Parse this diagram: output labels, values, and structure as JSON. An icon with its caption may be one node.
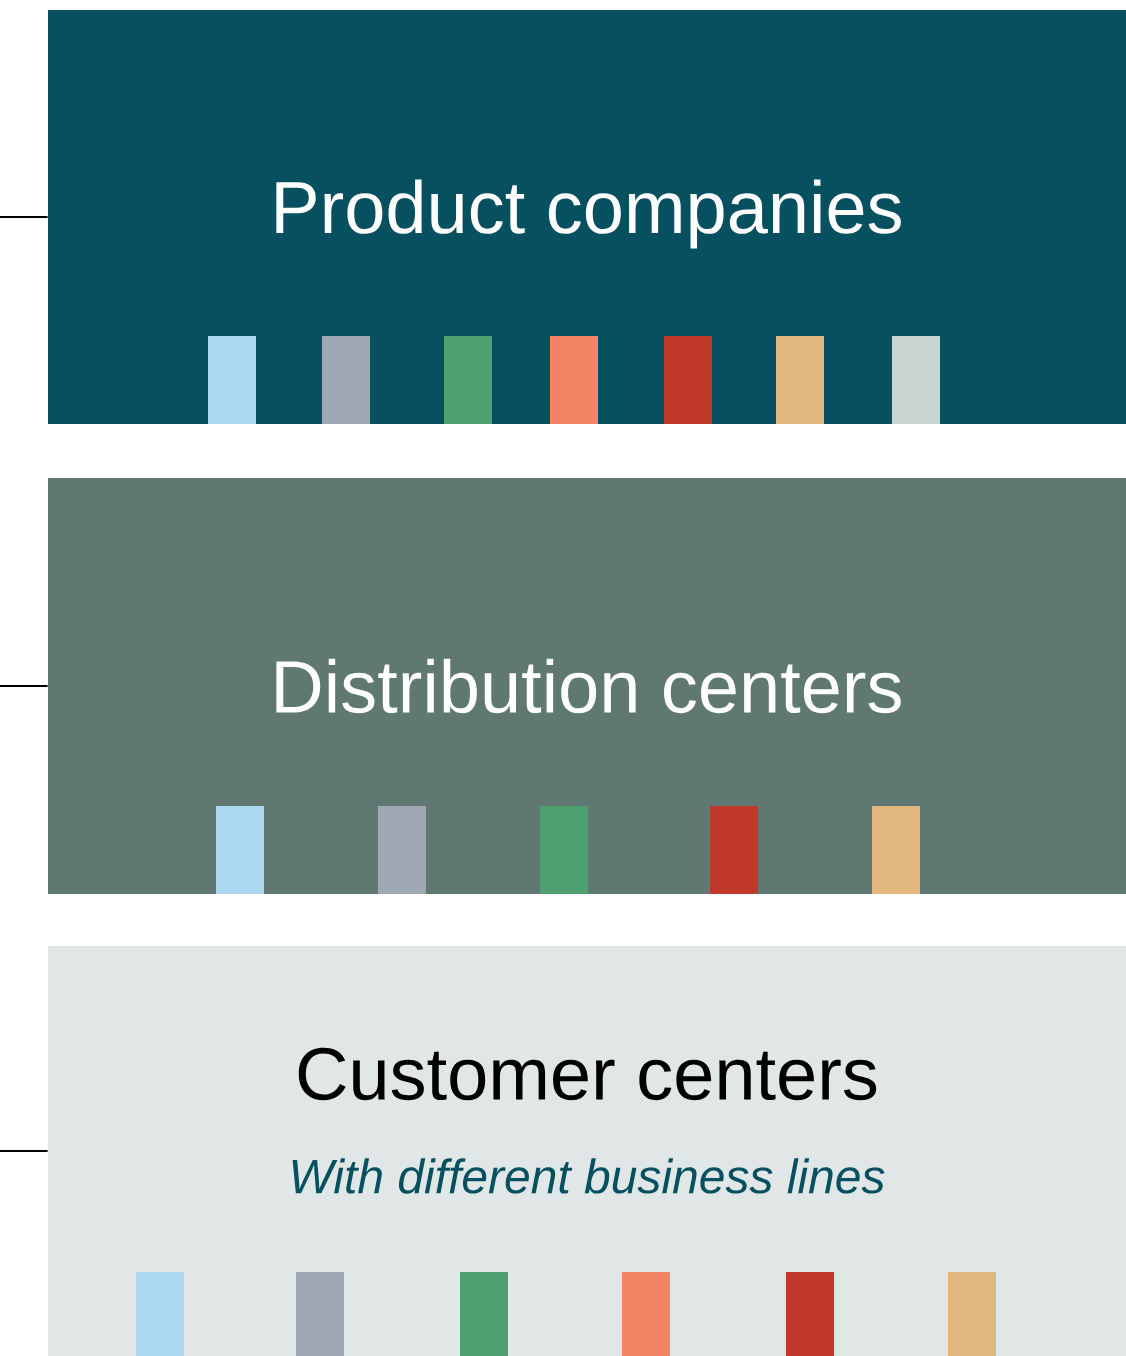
{
  "diagram": {
    "nodes": [
      {
        "text": [
          "Product companies"
        ]
      },
      {
        "text": [
          "Distribution centers"
        ]
      },
      {
        "text": [
          "Customer centers",
          "With different business lines"
        ]
      }
    ],
    "edges": [
      {
        "from": null,
        "to": 0,
        "arrow": "none"
      },
      {
        "from": null,
        "to": 1,
        "arrow": "none"
      },
      {
        "from": null,
        "to": 2,
        "arrow": "none"
      }
    ]
  }
}
